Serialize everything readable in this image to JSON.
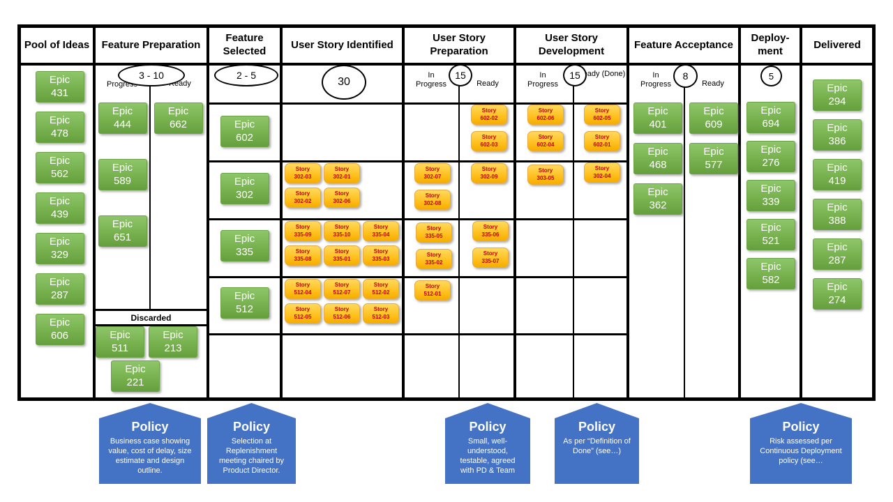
{
  "columns": {
    "pool": {
      "title": "Pool of Ideas"
    },
    "preparation": {
      "title": "Feature Preparation",
      "wip": "3 - 10",
      "in_progress": "In Progress",
      "ready": "Ready",
      "discarded": "Discarded"
    },
    "selected": {
      "title": "Feature Selected",
      "wip": "2 - 5"
    },
    "identified": {
      "title": "User Story Identified",
      "wip": "30"
    },
    "story_preparation": {
      "title": "User Story Preparation",
      "wip": "15",
      "in_progress": "In Progress",
      "ready": "Ready"
    },
    "development": {
      "title": "User Story Development",
      "wip": "15",
      "in_progress": "In Progress",
      "ready": "Ready (Done)"
    },
    "acceptance": {
      "title": "Feature Acceptance",
      "wip": "8",
      "in_progress": "In Progress",
      "ready": "Ready"
    },
    "deployment": {
      "title": "Deploy-ment",
      "wip": "5"
    },
    "delivered": {
      "title": "Delivered"
    }
  },
  "card_labels": {
    "epic": "Epic",
    "story": "Story"
  },
  "cards": {
    "pool": [
      "431",
      "478",
      "562",
      "439",
      "329",
      "287",
      "606"
    ],
    "prep_in_progress": [
      "444",
      "589",
      "651"
    ],
    "prep_ready": [
      "662"
    ],
    "discarded": [
      [
        "511",
        "213"
      ],
      [
        "221"
      ]
    ],
    "selected": [
      "602",
      "302",
      "335",
      "512"
    ],
    "identified_302": [
      [
        "302-03",
        "302-01"
      ],
      [
        "302-02",
        "302-06"
      ]
    ],
    "identified_335": [
      [
        "335-09",
        "335-10",
        "335-04"
      ],
      [
        "335-08",
        "335-01",
        "335-03"
      ]
    ],
    "identified_512": [
      [
        "512-04",
        "512-07",
        "512-02"
      ],
      [
        "512-05",
        "512-06",
        "512-03"
      ]
    ],
    "usp_602_ready": [
      "602-02",
      "602-03"
    ],
    "usp_302_in_progress": [
      "302-07",
      "302-08"
    ],
    "usp_302_ready": [
      "302-09"
    ],
    "usp_335_in_progress": [
      "335-05",
      "335-02"
    ],
    "usp_335_ready": [
      "335-06",
      "335-07"
    ],
    "usp_512_in_progress": [
      "512-01"
    ],
    "usd_602_in_progress": [
      "602-06",
      "602-04"
    ],
    "usd_602_ready": [
      "602-05",
      "602-01"
    ],
    "usd_302_in_progress": [
      "303-05"
    ],
    "usd_302_ready": [
      "302-04"
    ],
    "acceptance_in_progress": [
      "401",
      "468",
      "362"
    ],
    "acceptance_ready": [
      "609",
      "577"
    ],
    "deployment": [
      "694",
      "276",
      "339",
      "521",
      "582"
    ],
    "delivered": [
      "294",
      "386",
      "419",
      "388",
      "287",
      "274"
    ]
  },
  "policies": [
    {
      "title": "Policy",
      "text": "Business case showing value, cost of delay, size estimate and design outline."
    },
    {
      "title": "Policy",
      "text": "Selection at Replenishment meeting chaired by Product Director."
    },
    {
      "title": "Policy",
      "text": "Small, well-understood, testable, agreed with PD & Team"
    },
    {
      "title": "Policy",
      "text": "As per “Definition of Done” (see…)"
    },
    {
      "title": "Policy",
      "text": "Risk assessed per Continuous Deployment policy (see…"
    }
  ],
  "colors": {
    "epic_green": "#70AD47",
    "story_orange": "#FFC000",
    "story_text": "#C00000",
    "policy_blue": "#4472C4",
    "line_black": "#000000"
  }
}
